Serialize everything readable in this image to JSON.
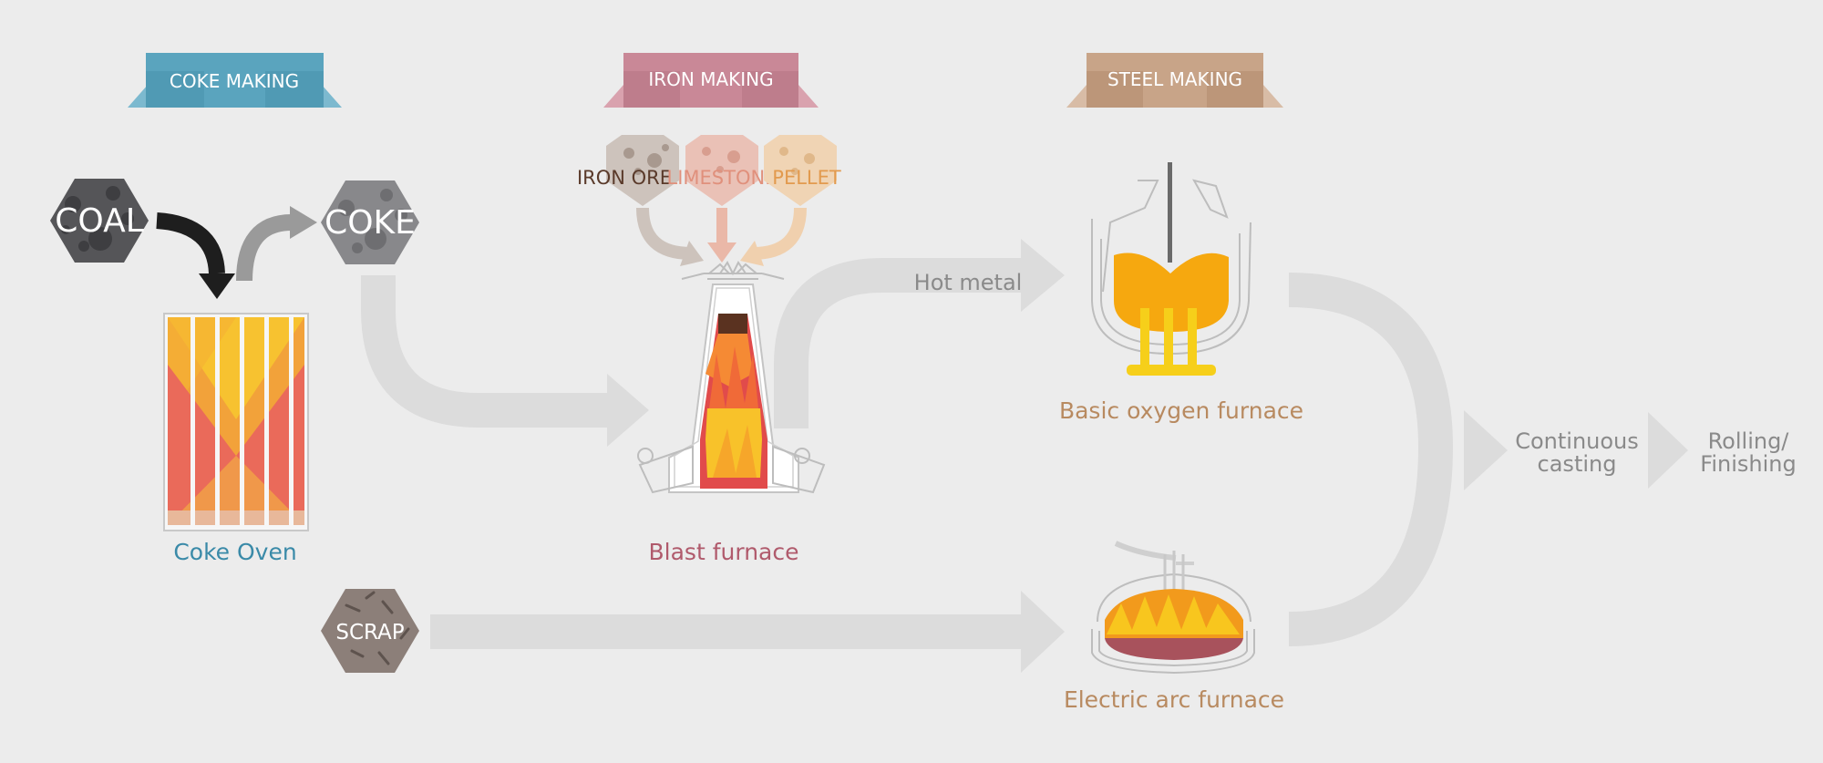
{
  "stages": {
    "coke_making": "COKE MAKING",
    "iron_making": "IRON MAKING",
    "steel_making": "STEEL MAKING"
  },
  "materials": {
    "coal": "COAL",
    "coke": "COKE",
    "iron_ore": "IRON ORE",
    "limestone": "LIMESTONE",
    "pellet": "PELLET",
    "scrap": "SCRAP"
  },
  "equipment": {
    "coke_oven": "Coke Oven",
    "blast_furnace": "Blast furnace",
    "bof": "Basic oxygen furnace",
    "eaf": "Electric arc furnace"
  },
  "flow": {
    "hot_metal": "Hot metal",
    "continuous_casting": [
      "Continuous",
      "casting"
    ],
    "rolling": [
      "Rolling/",
      "Finishing"
    ]
  },
  "colors": {
    "coke_banner": "#5aa4be",
    "iron_banner": "#c98897",
    "steel_banner": "#c8a488",
    "coke_label": "#3a8aa8",
    "iron_label": "#b05a6c",
    "steel_label": "#b88a60",
    "flow_arrow": "#dcdcdc",
    "flow_text": "#8a8a8a"
  }
}
